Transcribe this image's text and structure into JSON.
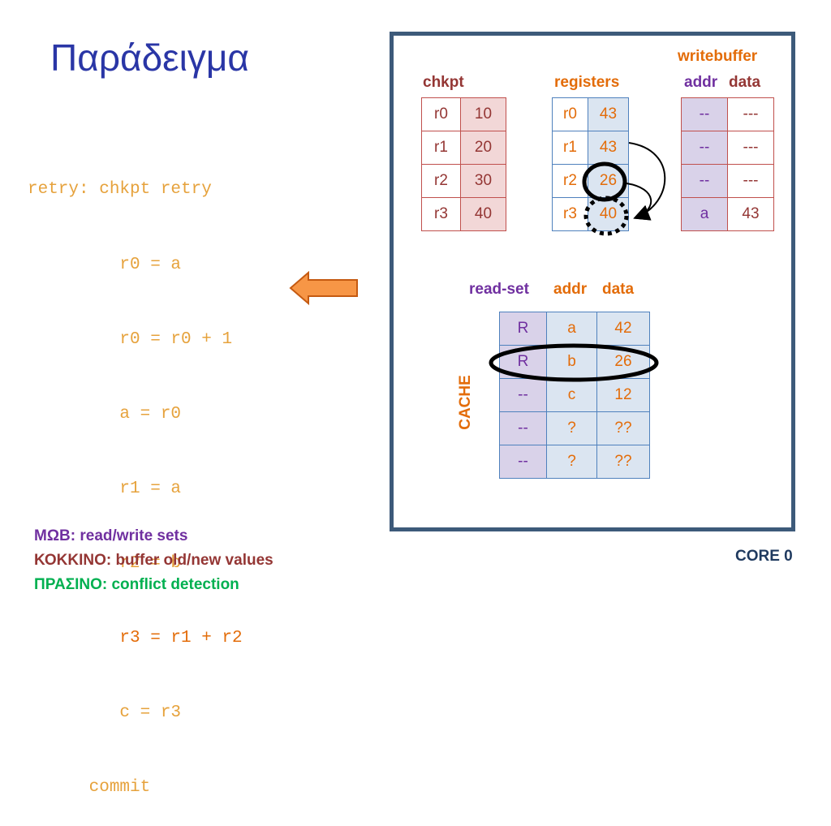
{
  "slide": {
    "title": "Παράδειγμα"
  },
  "code_lines": [
    "retry: chkpt retry",
    "         r0 = a",
    "         r0 = r0 + 1",
    "         a = r0",
    "         r1 = a",
    "         r2 = b",
    "         r3 = r1 + r2",
    "         c = r3",
    "      commit"
  ],
  "legend": {
    "purple": "ΜΩΒ: read/write sets",
    "red": "ΚΟΚΚΙΝΟ: buffer old/new values",
    "green": "ΠΡΑΣΙΝΟ: conflict detection"
  },
  "core": {
    "label": "CORE 0"
  },
  "chkpt": {
    "header": "chkpt",
    "rows": [
      {
        "reg": "r0",
        "val": "10"
      },
      {
        "reg": "r1",
        "val": "20"
      },
      {
        "reg": "r2",
        "val": "30"
      },
      {
        "reg": "r3",
        "val": "40"
      }
    ]
  },
  "registers": {
    "header": "registers",
    "rows": [
      {
        "reg": "r0",
        "val": "43"
      },
      {
        "reg": "r1",
        "val": "43"
      },
      {
        "reg": "r2",
        "val": "26"
      },
      {
        "reg": "r3",
        "val": "40"
      }
    ]
  },
  "writebuffer": {
    "header": "writebuffer",
    "addr_header": "addr",
    "data_header": "data",
    "rows": [
      {
        "addr": "--",
        "data": "---"
      },
      {
        "addr": "--",
        "data": "---"
      },
      {
        "addr": "--",
        "data": "---"
      },
      {
        "addr": "a",
        "data": "43"
      }
    ]
  },
  "cache": {
    "label": "CACHE",
    "readset_header": "read-set",
    "addr_header": "addr",
    "data_header": "data",
    "rows": [
      {
        "rs": "R",
        "addr": "a",
        "data": "42"
      },
      {
        "rs": "R",
        "addr": "b",
        "data": "26"
      },
      {
        "rs": "--",
        "addr": "c",
        "data": "12"
      },
      {
        "rs": "--",
        "addr": "?",
        "data": "??"
      },
      {
        "rs": "--",
        "addr": "?",
        "data": "??"
      }
    ]
  },
  "colors": {
    "title": "#2a36a6",
    "code": "#e6a23c",
    "current_line": "#e36c09",
    "arrow": "#f79646",
    "purple": "#7030a0",
    "red": "#943634",
    "green": "#00b050",
    "orange": "#e36c09",
    "core_border": "#3d5a7a"
  }
}
